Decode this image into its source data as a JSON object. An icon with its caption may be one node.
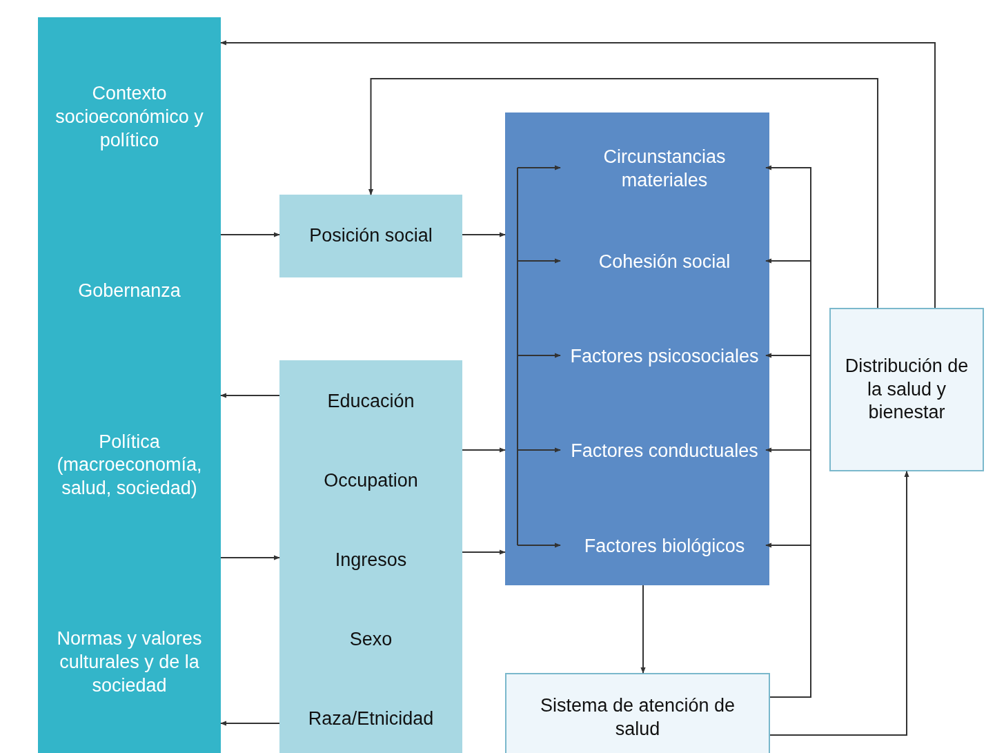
{
  "diagram": {
    "nodes": [
      {
        "text": [
          "Contexto socioeconómico y político",
          "Gobernanza",
          "Política (macroeconomía, salud, sociedad)",
          "Normas y valores culturales y de la sociedad"
        ]
      },
      {
        "text": [
          "Posición social"
        ]
      },
      {
        "text": [
          "Educación",
          "Occupation",
          "Ingresos",
          "Sexo",
          "Raza/Etnicidad"
        ]
      },
      {
        "text": [],
        "shape": "box"
      },
      {
        "text": [
          "Circunstancias materiales"
        ],
        "in": 3
      },
      {
        "text": [
          "Cohesión social"
        ],
        "in": 3
      },
      {
        "text": [
          "Factores psicosociales"
        ],
        "in": 3
      },
      {
        "text": [
          "Factores conductuales"
        ],
        "in": 3
      },
      {
        "text": [
          "Factores biológicos"
        ],
        "in": 3
      },
      {
        "text": [
          "Distribución de la salud y bienestar"
        ]
      },
      {
        "text": [
          "Sistema de atención de salud"
        ]
      }
    ],
    "edges": [
      {
        "from": 9,
        "to": 0,
        "arrow": "to"
      },
      {
        "from": 9,
        "to": 1,
        "arrow": "to"
      },
      {
        "from": 0,
        "to": 1,
        "arrow": "to"
      },
      {
        "from": 1,
        "to": 3,
        "arrow": "to"
      },
      {
        "from": 2,
        "to": 0,
        "arrow": "to"
      },
      {
        "from": 2,
        "to": 3,
        "arrow": "to"
      },
      {
        "from": 0,
        "to": 2,
        "arrow": "to"
      },
      {
        "from": 2,
        "to": 3,
        "arrow": "to"
      },
      {
        "from": 2,
        "to": 0,
        "arrow": "to"
      },
      {
        "from": null,
        "to": 4,
        "arrow": "to"
      },
      {
        "from": null,
        "to": 5,
        "arrow": "to"
      },
      {
        "from": null,
        "to": 6,
        "arrow": "to"
      },
      {
        "from": null,
        "to": 7,
        "arrow": "to"
      },
      {
        "from": null,
        "to": 8,
        "arrow": "to"
      },
      {
        "from": 10,
        "to": 4,
        "arrow": "to"
      },
      {
        "from": 10,
        "to": 5,
        "arrow": "to"
      },
      {
        "from": 10,
        "to": 6,
        "arrow": "to"
      },
      {
        "from": 10,
        "to": 7,
        "arrow": "to"
      },
      {
        "from": 10,
        "to": 8,
        "arrow": "to"
      },
      {
        "from": 3,
        "to": 10,
        "arrow": "to"
      },
      {
        "from": 10,
        "to": 9,
        "arrow": "to"
      }
    ]
  }
}
